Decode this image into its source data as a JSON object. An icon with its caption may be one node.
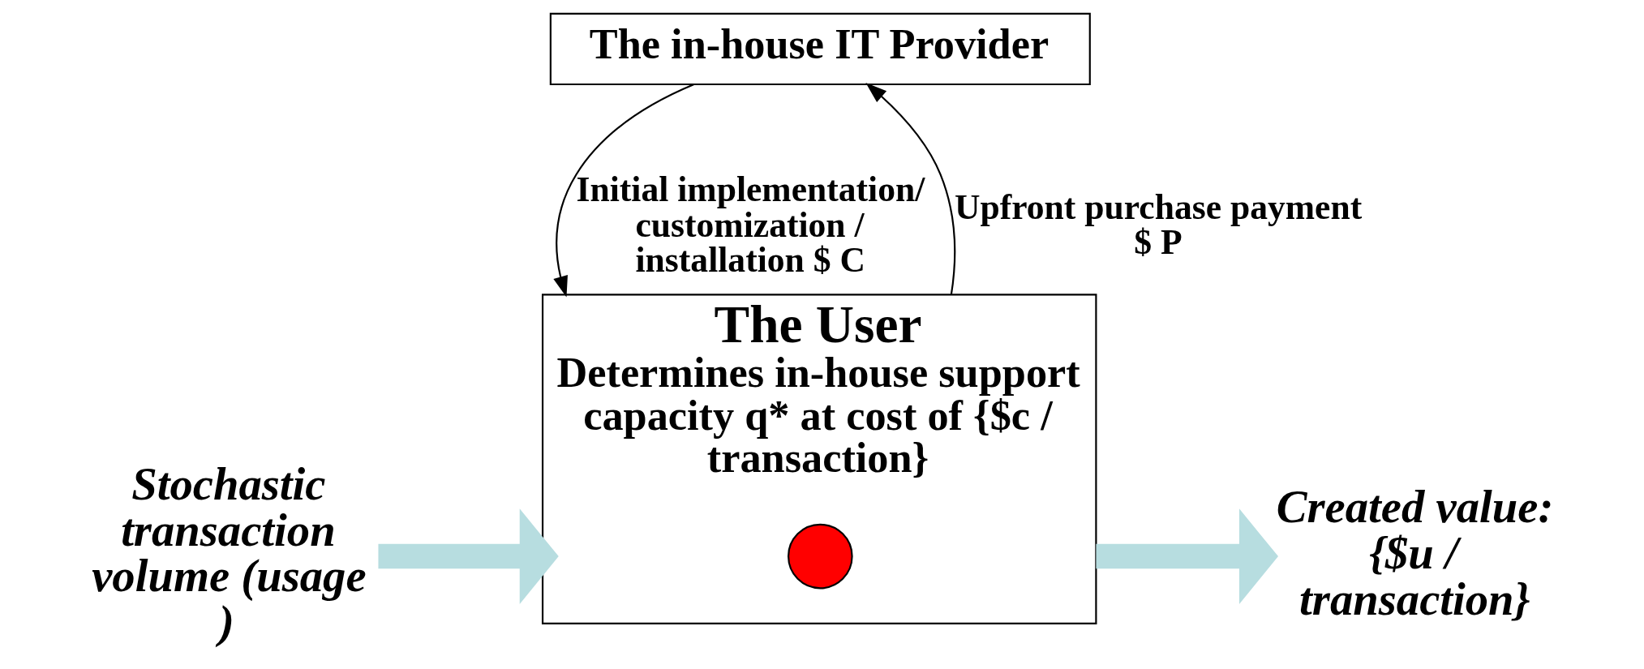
{
  "diagram": {
    "nodes": [
      {
        "text": [
          "The in-house IT Provider"
        ]
      },
      {
        "text": [
          "The User",
          "Determines in-house support capacity q* at cost of {$c / transaction}"
        ]
      },
      {
        "text": [],
        "shape": "circle",
        "in": 1
      },
      {
        "text": [
          "Stochastic transaction volume (usage )"
        ]
      },
      {
        "text": [
          "Created value: {$u / transaction}"
        ]
      }
    ],
    "edges": [
      {
        "from": 0,
        "to": 1,
        "arrow": "to",
        "label": "Initial implementation/ customization / installation $ C"
      },
      {
        "from": 1,
        "to": 0,
        "arrow": "to",
        "label": "Upfront purchase payment $ P"
      },
      {
        "from": 3,
        "to": 1,
        "arrow": "to",
        "style": "thick",
        "color": "#b7dde0"
      },
      {
        "from": 1,
        "to": 4,
        "arrow": "to",
        "style": "thick",
        "color": "#b7dde0"
      }
    ]
  }
}
